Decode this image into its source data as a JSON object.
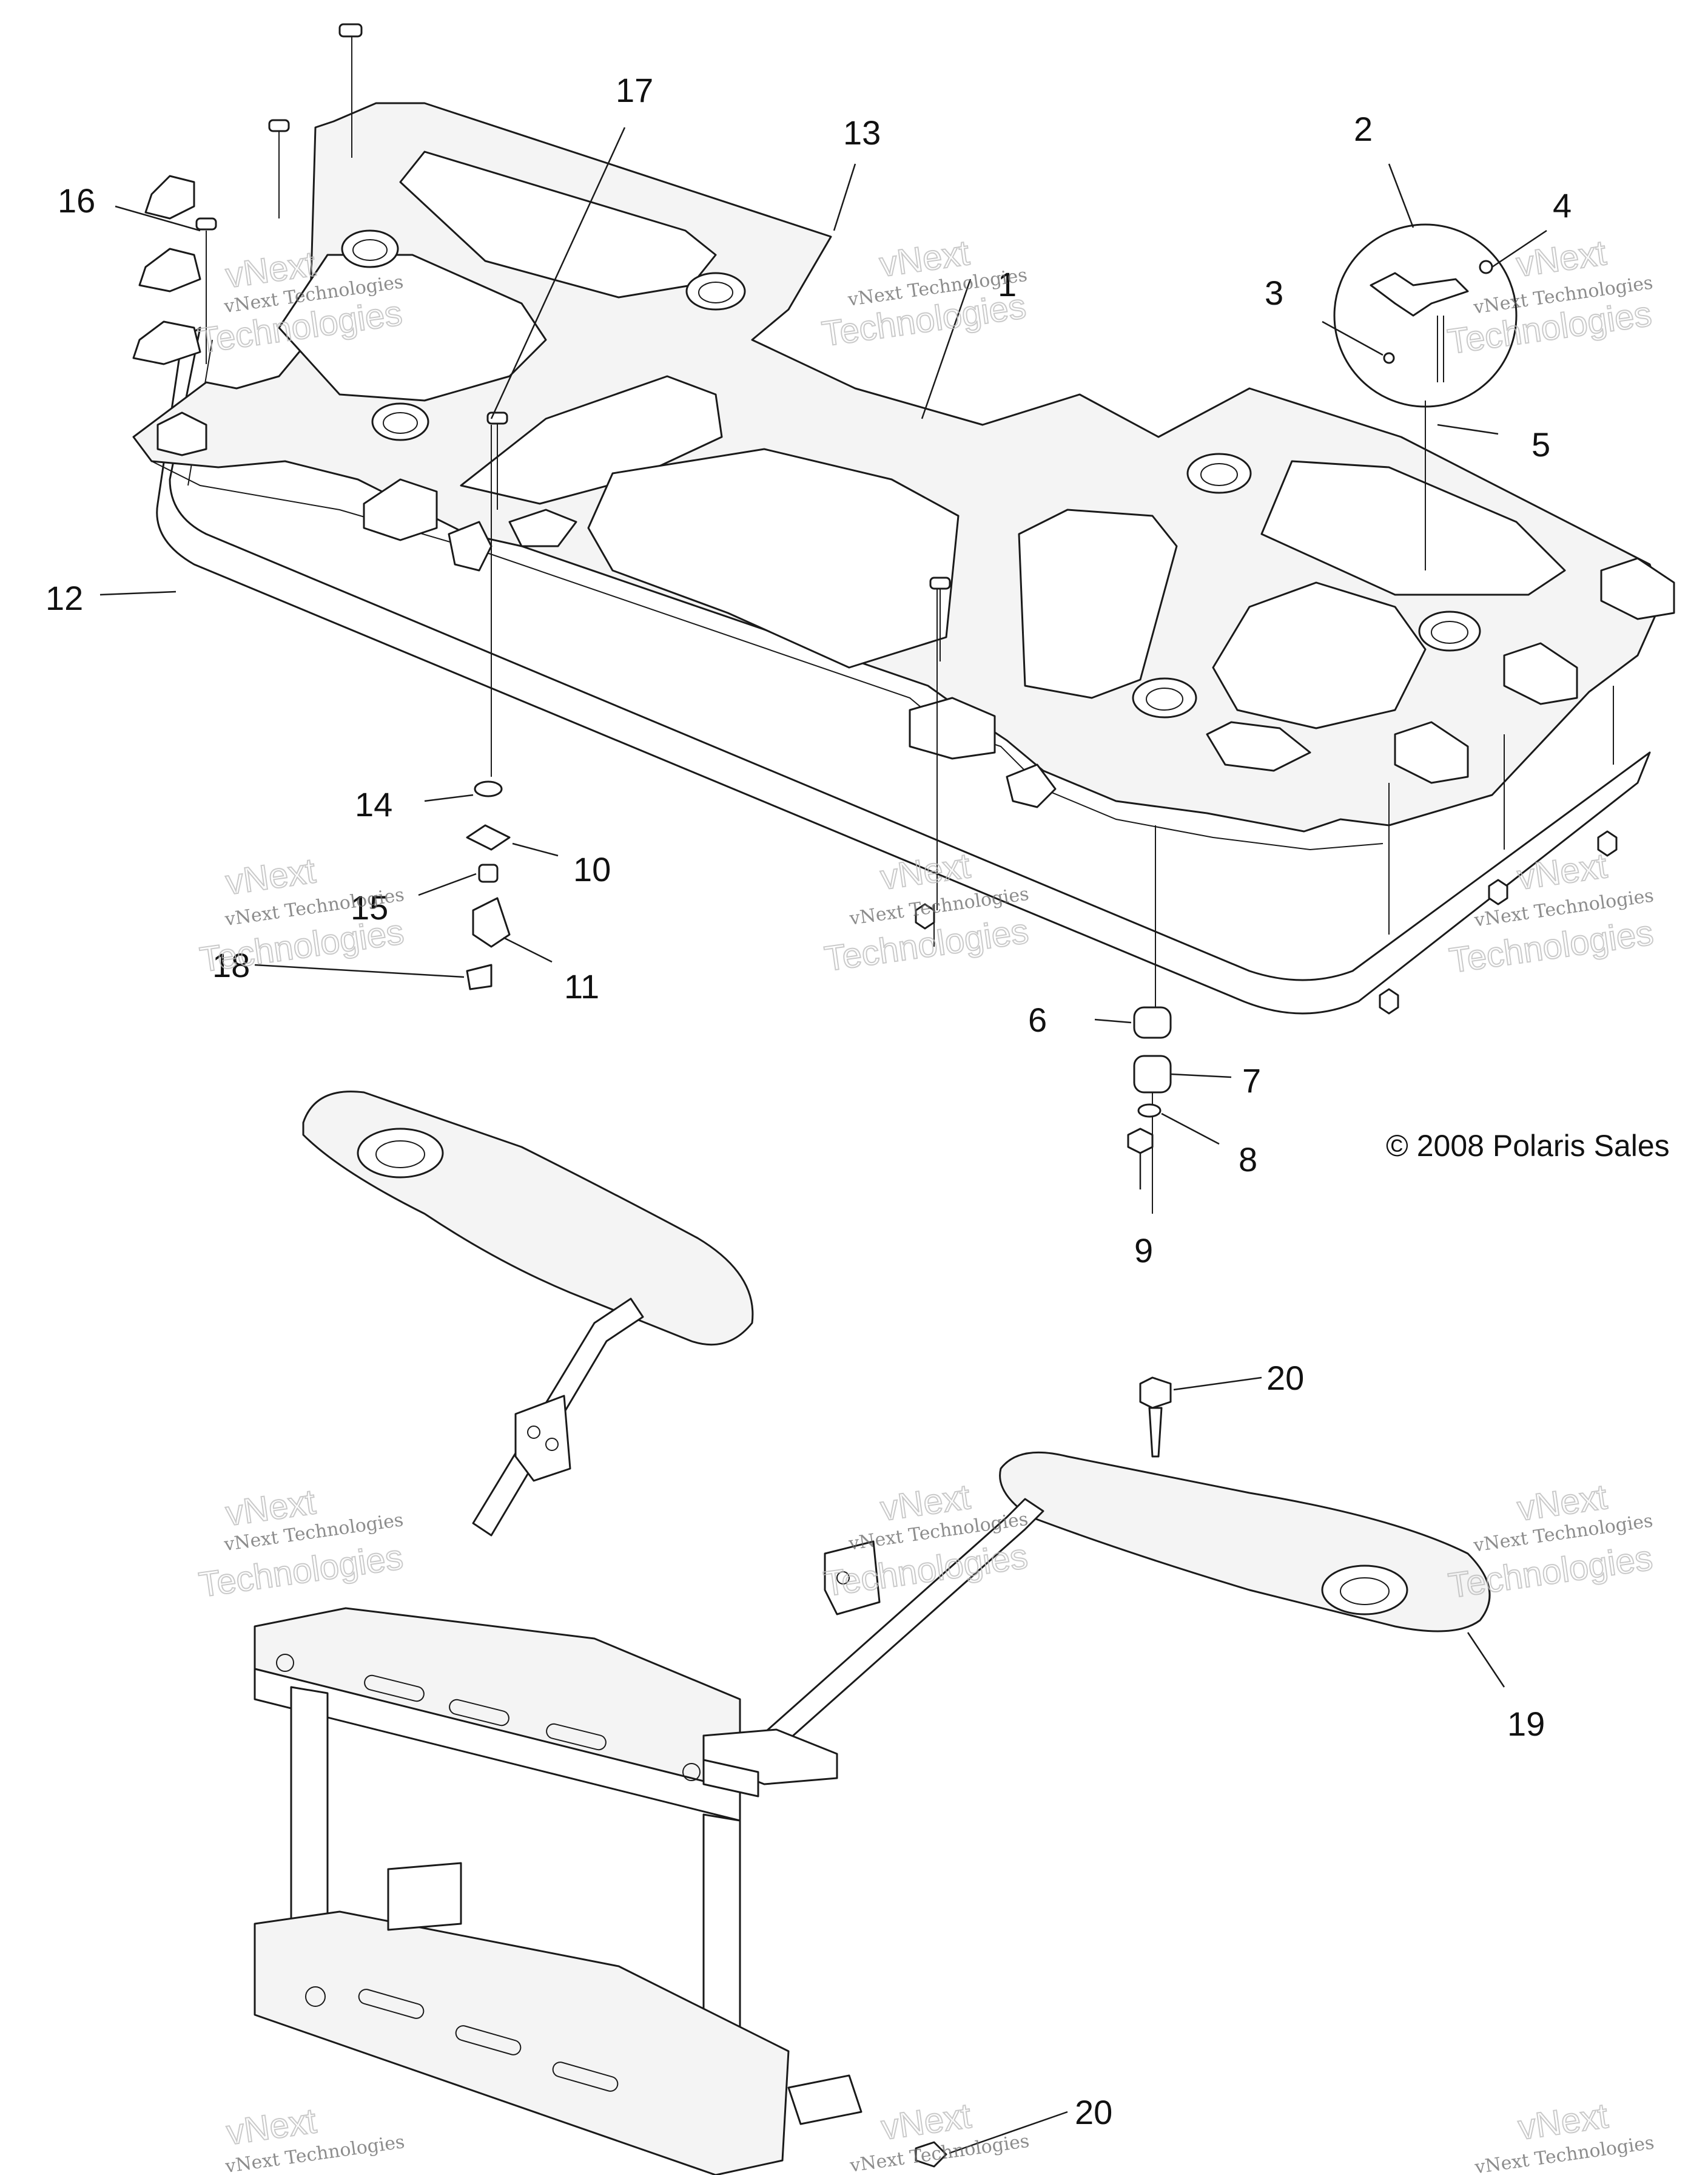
{
  "diagram": {
    "callouts": [
      {
        "id": "c1",
        "label": "1"
      },
      {
        "id": "c2",
        "label": "2"
      },
      {
        "id": "c3",
        "label": "3"
      },
      {
        "id": "c4",
        "label": "4"
      },
      {
        "id": "c5",
        "label": "5"
      },
      {
        "id": "c6",
        "label": "6"
      },
      {
        "id": "c7",
        "label": "7"
      },
      {
        "id": "c8",
        "label": "8"
      },
      {
        "id": "c9",
        "label": "9"
      },
      {
        "id": "c10",
        "label": "10"
      },
      {
        "id": "c11",
        "label": "11"
      },
      {
        "id": "c12",
        "label": "12"
      },
      {
        "id": "c13",
        "label": "13"
      },
      {
        "id": "c14",
        "label": "14"
      },
      {
        "id": "c15",
        "label": "15"
      },
      {
        "id": "c16",
        "label": "16"
      },
      {
        "id": "c17",
        "label": "17"
      },
      {
        "id": "c18",
        "label": "18"
      },
      {
        "id": "c19",
        "label": "19"
      },
      {
        "id": "c20a",
        "label": "20"
      },
      {
        "id": "c20b",
        "label": "20"
      }
    ],
    "copyright": "© 2008 Polaris Sales",
    "watermark": {
      "line1": "vNext Technologies",
      "line2": "Technologies",
      "line3": "vNext"
    }
  }
}
